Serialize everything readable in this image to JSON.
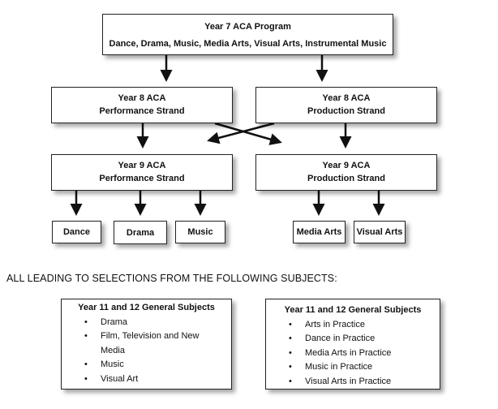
{
  "year7": {
    "title": "Year 7 ACA Program",
    "subjects": "Dance, Drama, Music, Media Arts, Visual Arts, Instrumental Music"
  },
  "year8": {
    "performance": {
      "line1": "Year 8 ACA",
      "line2": "Performance Strand"
    },
    "production": {
      "line1": "Year 8 ACA",
      "line2": "Production Strand"
    }
  },
  "year9": {
    "performance": {
      "line1": "Year 9 ACA",
      "line2": "Performance Strand"
    },
    "production": {
      "line1": "Year 9 ACA",
      "line2": "Production Strand"
    }
  },
  "leaves": {
    "dance": "Dance",
    "drama": "Drama",
    "music": "Music",
    "media_arts": "Media Arts",
    "visual_arts": "Visual Arts"
  },
  "lead_text": "ALL LEADING TO SELECTIONS FROM THE FOLLOWING SUBJECTS:",
  "subjects_left": {
    "title": "Year 11 and 12 General Subjects",
    "items": [
      "Drama",
      "Film, Television and New",
      "Media",
      "Music",
      "Visual Art"
    ]
  },
  "subjects_right": {
    "title": "Year 11 and 12 General Subjects",
    "items": [
      "Arts in Practice",
      "Dance in Practice",
      "Media Arts in Practice",
      "Music in Practice",
      "Visual Arts in Practice"
    ]
  }
}
